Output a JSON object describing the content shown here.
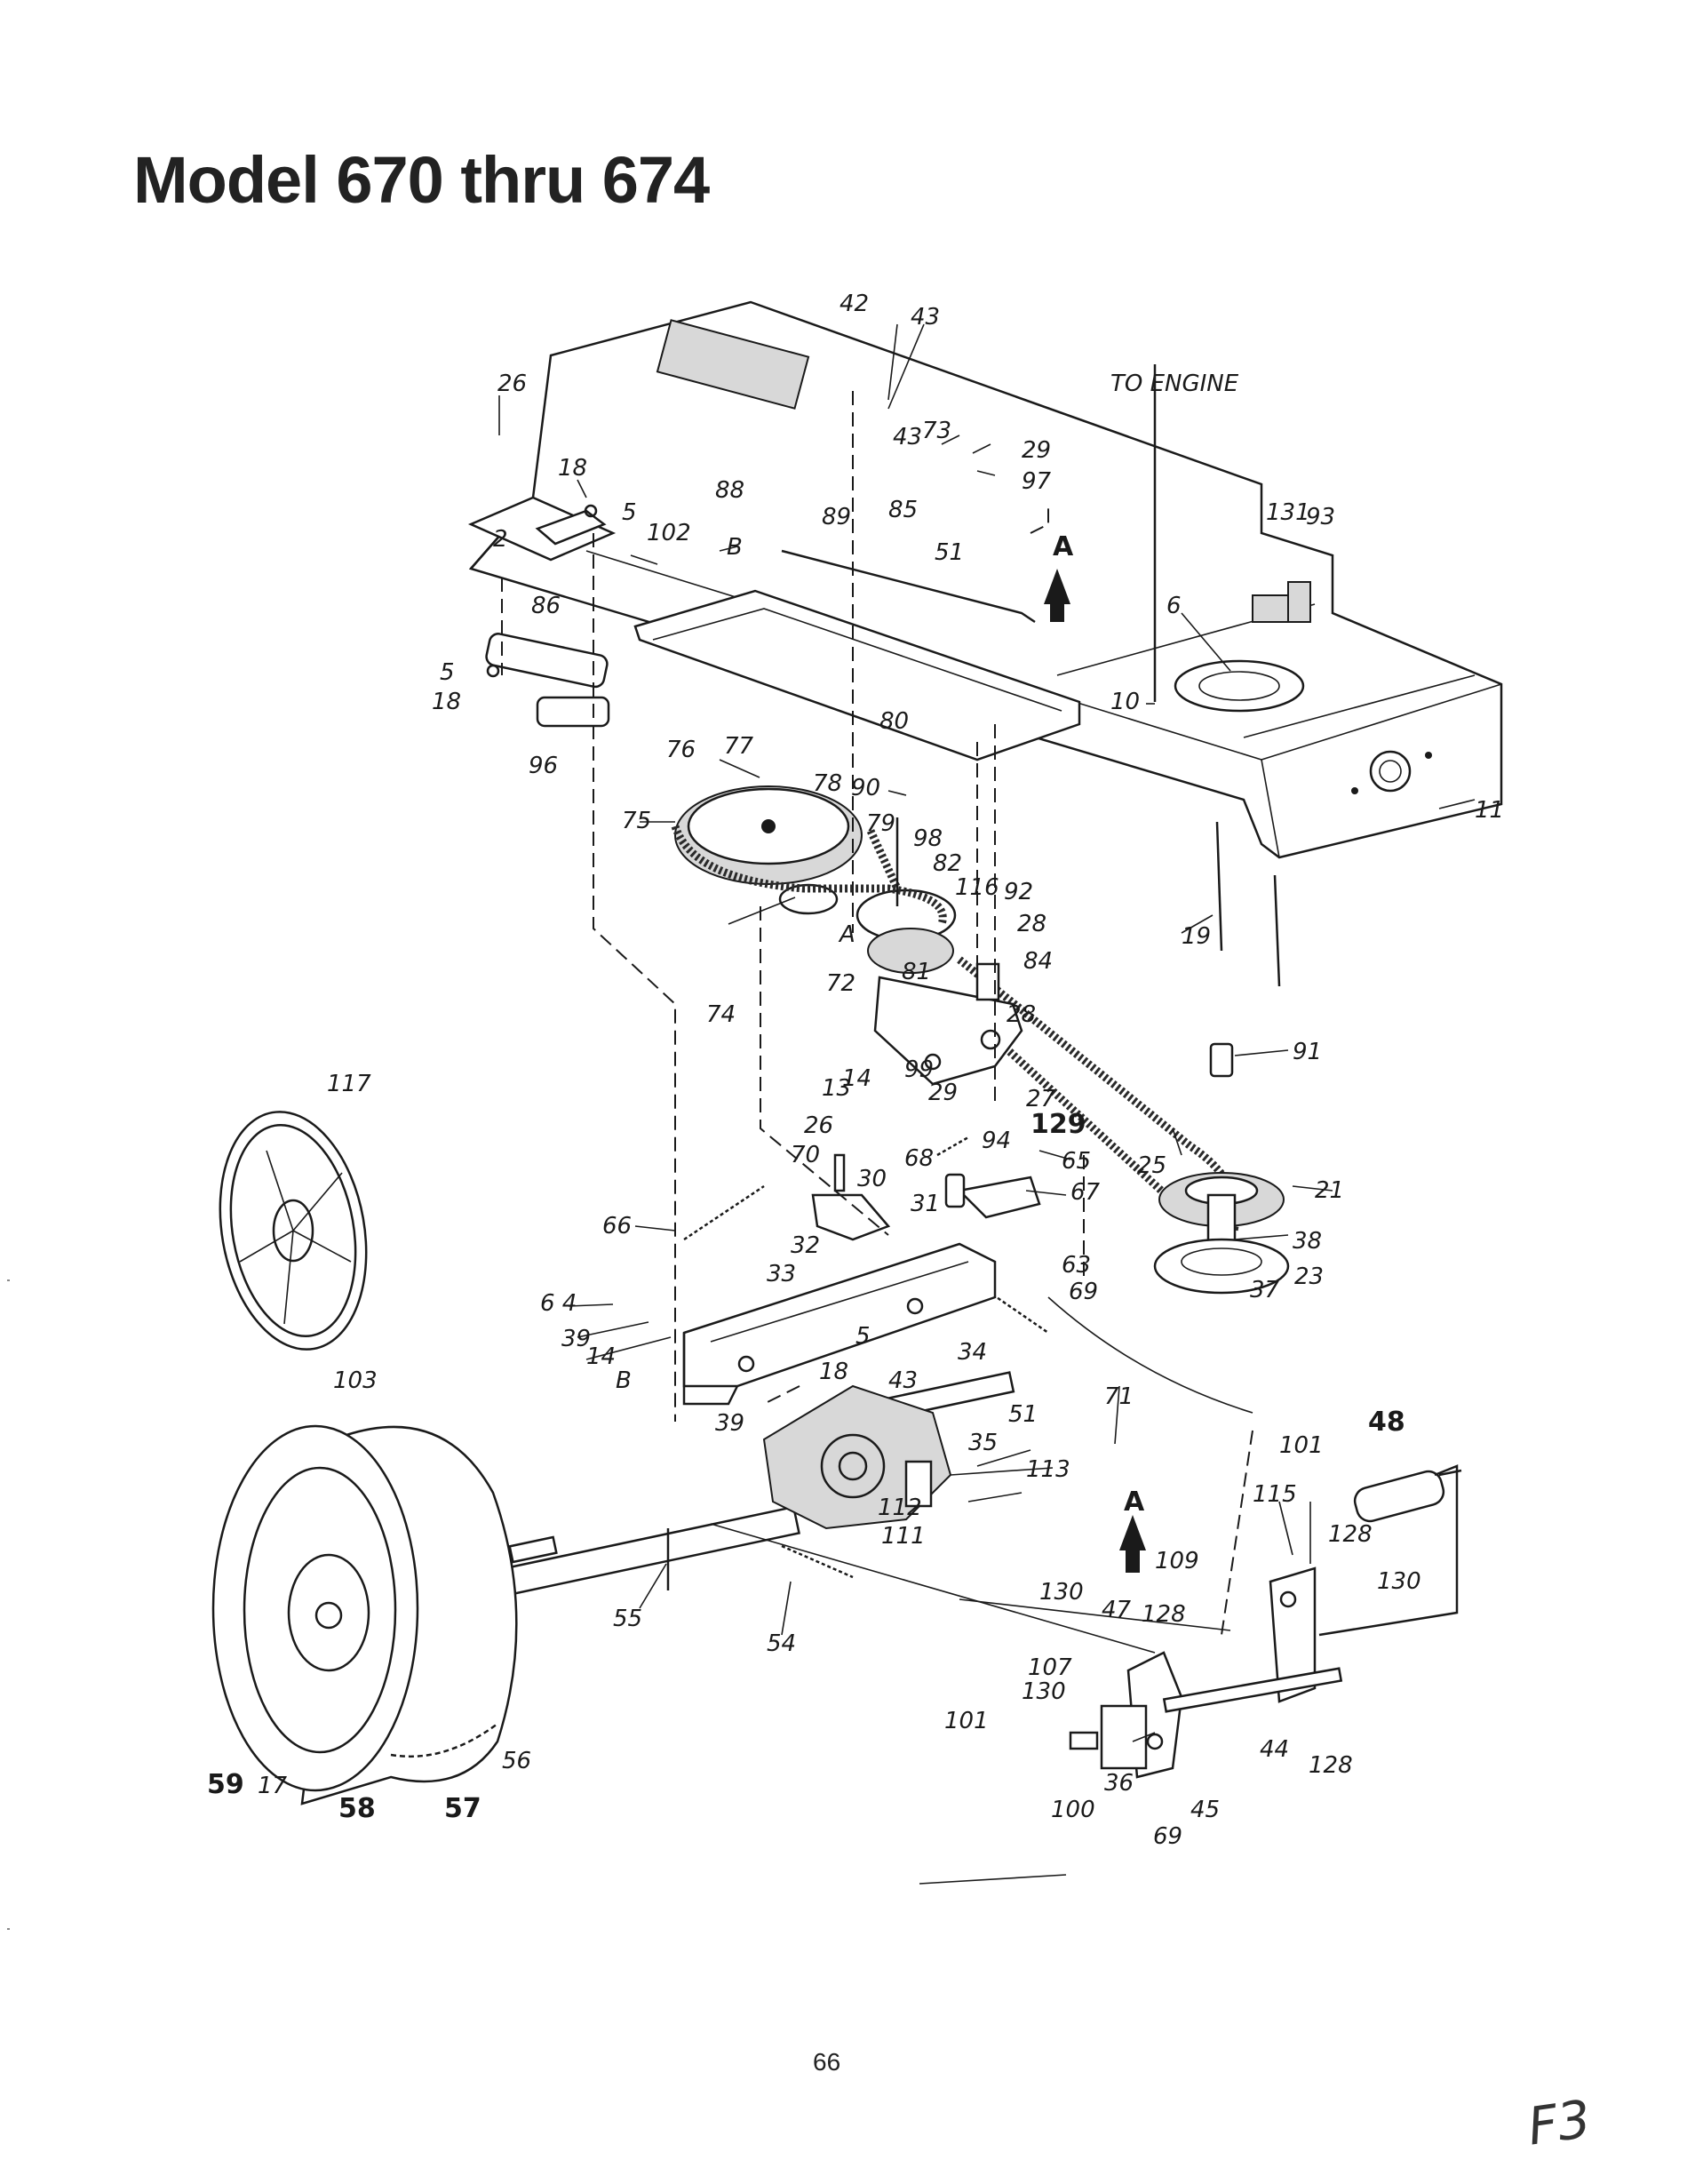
{
  "title": "Model 670 thru 674",
  "page_number": "66",
  "corner_mark": "F3",
  "note_to_engine": "TO ENGINE",
  "callouts": [
    {
      "id": "c42",
      "text": "42"
    },
    {
      "id": "c43a",
      "text": "43"
    },
    {
      "id": "c26a",
      "text": "26"
    },
    {
      "id": "c18a",
      "text": "18"
    },
    {
      "id": "c5a",
      "text": "5"
    },
    {
      "id": "c2",
      "text": "2"
    },
    {
      "id": "c102",
      "text": "102"
    },
    {
      "id": "cBa",
      "text": "B"
    },
    {
      "id": "c88",
      "text": "88"
    },
    {
      "id": "c89",
      "text": "89"
    },
    {
      "id": "c85",
      "text": "85"
    },
    {
      "id": "c43b",
      "text": "43"
    },
    {
      "id": "c73",
      "text": "73"
    },
    {
      "id": "c29a",
      "text": "29"
    },
    {
      "id": "c97",
      "text": "97"
    },
    {
      "id": "c51a",
      "text": "51"
    },
    {
      "id": "c131",
      "text": "131"
    },
    {
      "id": "c93",
      "text": "93"
    },
    {
      "id": "c86",
      "text": "86"
    },
    {
      "id": "c5b",
      "text": "5"
    },
    {
      "id": "c18b",
      "text": "18"
    },
    {
      "id": "c96",
      "text": "96"
    },
    {
      "id": "cAa",
      "text": "A"
    },
    {
      "id": "c6",
      "text": "6"
    },
    {
      "id": "c10",
      "text": "10"
    },
    {
      "id": "c11",
      "text": "11"
    },
    {
      "id": "c80",
      "text": "80"
    },
    {
      "id": "c77",
      "text": "77"
    },
    {
      "id": "c76",
      "text": "76"
    },
    {
      "id": "c78",
      "text": "78"
    },
    {
      "id": "c90",
      "text": "90"
    },
    {
      "id": "c75",
      "text": "75"
    },
    {
      "id": "c79",
      "text": "79"
    },
    {
      "id": "c98",
      "text": "98"
    },
    {
      "id": "c82",
      "text": "82"
    },
    {
      "id": "c116",
      "text": "116"
    },
    {
      "id": "c92",
      "text": "92"
    },
    {
      "id": "c28a",
      "text": "28"
    },
    {
      "id": "cAb",
      "text": "A"
    },
    {
      "id": "c84",
      "text": "84"
    },
    {
      "id": "c74",
      "text": "74"
    },
    {
      "id": "c81",
      "text": "81"
    },
    {
      "id": "c72",
      "text": "72"
    },
    {
      "id": "c28b",
      "text": "28"
    },
    {
      "id": "c19",
      "text": "19"
    },
    {
      "id": "c91",
      "text": "91"
    },
    {
      "id": "c99",
      "text": "99"
    },
    {
      "id": "c14a",
      "text": "14"
    },
    {
      "id": "c13",
      "text": "13"
    },
    {
      "id": "c29b",
      "text": "29"
    },
    {
      "id": "c27",
      "text": "27"
    },
    {
      "id": "c129",
      "text": "129"
    },
    {
      "id": "c94",
      "text": "94"
    },
    {
      "id": "c117",
      "text": "117"
    },
    {
      "id": "c26b",
      "text": "26"
    },
    {
      "id": "c70",
      "text": "70"
    },
    {
      "id": "c68",
      "text": "68"
    },
    {
      "id": "c65",
      "text": "65"
    },
    {
      "id": "c25",
      "text": "25"
    },
    {
      "id": "c30",
      "text": "30"
    },
    {
      "id": "c67",
      "text": "67"
    },
    {
      "id": "c21",
      "text": "21"
    },
    {
      "id": "c66",
      "text": "66"
    },
    {
      "id": "c31",
      "text": "31"
    },
    {
      "id": "c32",
      "text": "32"
    },
    {
      "id": "c38",
      "text": "38"
    },
    {
      "id": "c23",
      "text": "23"
    },
    {
      "id": "c37",
      "text": "37"
    },
    {
      "id": "c33",
      "text": "33"
    },
    {
      "id": "c63",
      "text": "63"
    },
    {
      "id": "c69a",
      "text": "69"
    },
    {
      "id": "c64",
      "text": "6 4"
    },
    {
      "id": "c39a",
      "text": "39"
    },
    {
      "id": "c14b",
      "text": "14"
    },
    {
      "id": "c34",
      "text": "34"
    },
    {
      "id": "c5c",
      "text": "5"
    },
    {
      "id": "cBb",
      "text": "B"
    },
    {
      "id": "c103",
      "text": "103"
    },
    {
      "id": "c18c",
      "text": "18"
    },
    {
      "id": "c43c",
      "text": "43"
    },
    {
      "id": "c71",
      "text": "71"
    },
    {
      "id": "c39b",
      "text": "39"
    },
    {
      "id": "c51b",
      "text": "51"
    },
    {
      "id": "c35",
      "text": "35"
    },
    {
      "id": "c48",
      "text": "48"
    },
    {
      "id": "c101a",
      "text": "101"
    },
    {
      "id": "c113",
      "text": "113"
    },
    {
      "id": "c112",
      "text": "112"
    },
    {
      "id": "c111",
      "text": "111"
    },
    {
      "id": "c115",
      "text": "115"
    },
    {
      "id": "c128a",
      "text": "128"
    },
    {
      "id": "cAc",
      "text": "A"
    },
    {
      "id": "c109",
      "text": "109"
    },
    {
      "id": "c130a",
      "text": "130"
    },
    {
      "id": "c55",
      "text": "55"
    },
    {
      "id": "c130b",
      "text": "130"
    },
    {
      "id": "c47",
      "text": "47"
    },
    {
      "id": "c128b",
      "text": "128"
    },
    {
      "id": "c54",
      "text": "54"
    },
    {
      "id": "c107",
      "text": "107"
    },
    {
      "id": "c130c",
      "text": "130"
    },
    {
      "id": "c101b",
      "text": "101"
    },
    {
      "id": "c44",
      "text": "44"
    },
    {
      "id": "c128c",
      "text": "128"
    },
    {
      "id": "c56",
      "text": "56"
    },
    {
      "id": "c36",
      "text": "36"
    },
    {
      "id": "c100",
      "text": "100"
    },
    {
      "id": "c45",
      "text": "45"
    },
    {
      "id": "c59",
      "text": "59"
    },
    {
      "id": "c17",
      "text": "17"
    },
    {
      "id": "c58",
      "text": "58"
    },
    {
      "id": "c57",
      "text": "57"
    },
    {
      "id": "c69b",
      "text": "69"
    }
  ]
}
